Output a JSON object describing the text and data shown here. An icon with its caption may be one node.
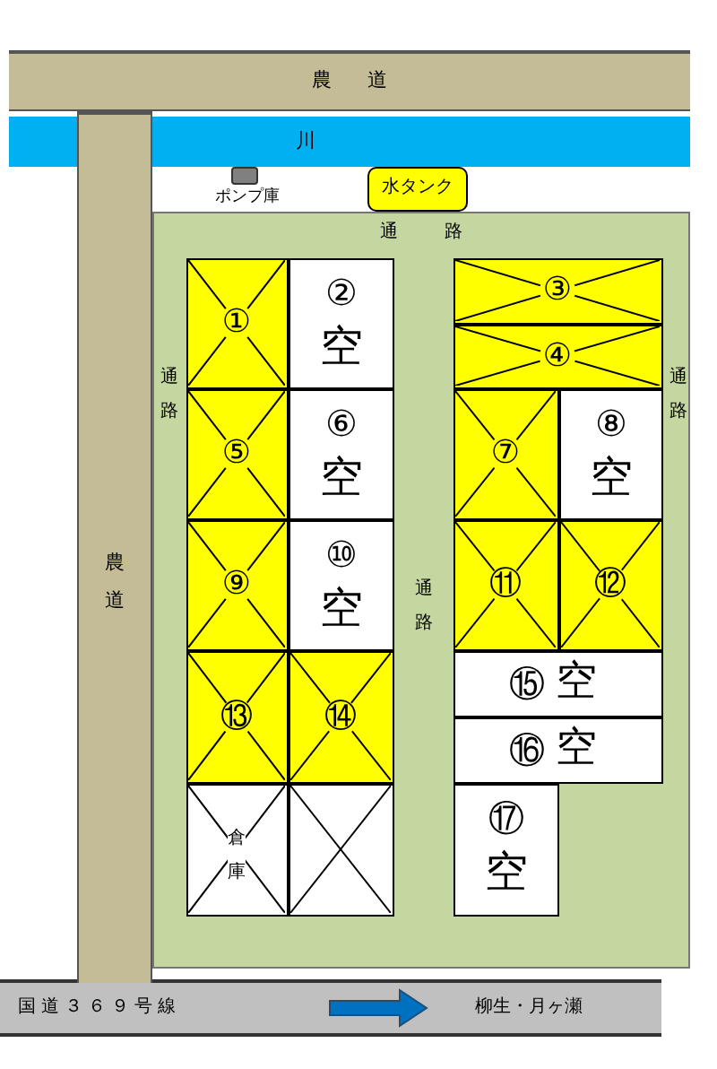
{
  "diagram": {
    "nodes": [
      {
        "text": [
          "農道"
        ]
      },
      {
        "text": [
          "川"
        ]
      },
      {
        "text": [
          "農道"
        ]
      },
      {
        "text": [
          "ポンプ庫"
        ]
      },
      {
        "text": [
          "水タンク"
        ]
      },
      {
        "text": [
          "通路",
          "通路",
          "通路",
          "通路"
        ]
      },
      {
        "text": [
          "①"
        ],
        "in": 5
      },
      {
        "text": [
          "②",
          "空"
        ],
        "in": 5
      },
      {
        "text": [
          "③"
        ],
        "in": 5
      },
      {
        "text": [
          "④"
        ],
        "in": 5
      },
      {
        "text": [
          "⑤"
        ],
        "in": 5
      },
      {
        "text": [
          "⑥",
          "空"
        ],
        "in": 5
      },
      {
        "text": [
          "⑦"
        ],
        "in": 5
      },
      {
        "text": [
          "⑧",
          "空"
        ],
        "in": 5
      },
      {
        "text": [
          "⑨"
        ],
        "in": 5
      },
      {
        "text": [
          "⑩",
          "空"
        ],
        "in": 5
      },
      {
        "text": [
          "⑪"
        ],
        "in": 5
      },
      {
        "text": [
          "⑫"
        ],
        "in": 5
      },
      {
        "text": [
          "⑬"
        ],
        "in": 5
      },
      {
        "text": [
          "⑭"
        ],
        "in": 5
      },
      {
        "text": [
          "⑮",
          "空"
        ],
        "in": 5
      },
      {
        "text": [
          "⑯",
          "空"
        ],
        "in": 5
      },
      {
        "text": [
          "倉庫"
        ],
        "in": 5
      },
      {
        "text": [],
        "shape": "box",
        "in": 5
      },
      {
        "text": [
          "⑰",
          "空"
        ],
        "in": 5
      },
      {
        "text": [
          "国道３６９号線",
          "柳生・月ヶ瀬"
        ]
      }
    ]
  }
}
